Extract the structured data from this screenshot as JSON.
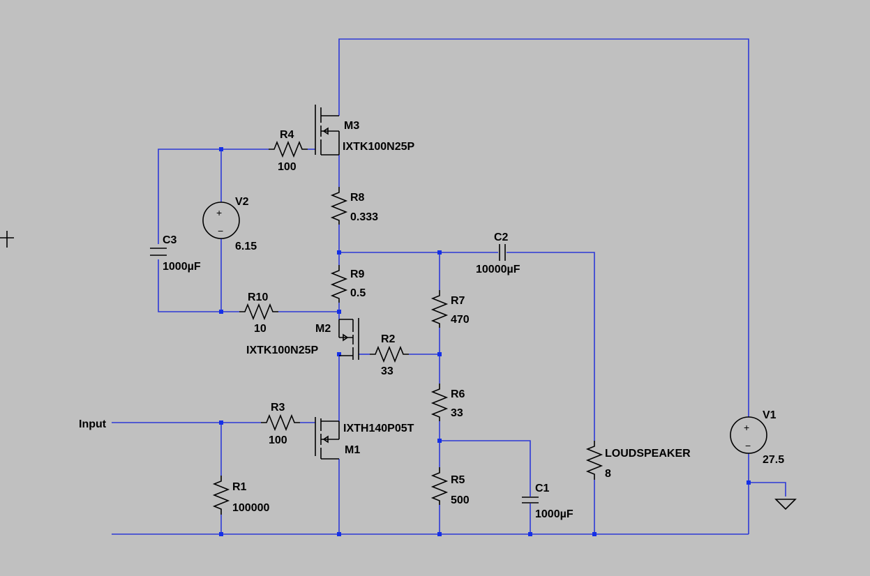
{
  "colors": {
    "background": "#c0c0c0",
    "wire": "#2c38d6",
    "junction": "#1530e8",
    "component": "#000000"
  },
  "cursor_icon": "crosshair-cursor-icon",
  "input_label": "Input",
  "components": {
    "R1": {
      "ref": "R1",
      "value": "100000"
    },
    "R2": {
      "ref": "R2",
      "value": "33"
    },
    "R3": {
      "ref": "R3",
      "value": "100"
    },
    "R4": {
      "ref": "R4",
      "value": "100"
    },
    "R5": {
      "ref": "R5",
      "value": "500"
    },
    "R6": {
      "ref": "R6",
      "value": "33"
    },
    "R7": {
      "ref": "R7",
      "value": "470"
    },
    "R8": {
      "ref": "R8",
      "value": "0.333"
    },
    "R9": {
      "ref": "R9",
      "value": "0.5"
    },
    "R10": {
      "ref": "R10",
      "value": "10"
    },
    "C1": {
      "ref": "C1",
      "value": "1000µF"
    },
    "C2": {
      "ref": "C2",
      "value": "10000µF"
    },
    "C3": {
      "ref": "C3",
      "value": "1000µF"
    },
    "V1": {
      "ref": "V1",
      "value": "27.5"
    },
    "V2": {
      "ref": "V2",
      "value": "6.15"
    },
    "M1": {
      "ref": "M1",
      "value": "IXTH140P05T"
    },
    "M2": {
      "ref": "M2",
      "value": "IXTK100N25P"
    },
    "M3": {
      "ref": "M3",
      "value": "IXTK100N25P"
    },
    "LS": {
      "ref": "LOUDSPEAKER",
      "value": "8"
    }
  }
}
